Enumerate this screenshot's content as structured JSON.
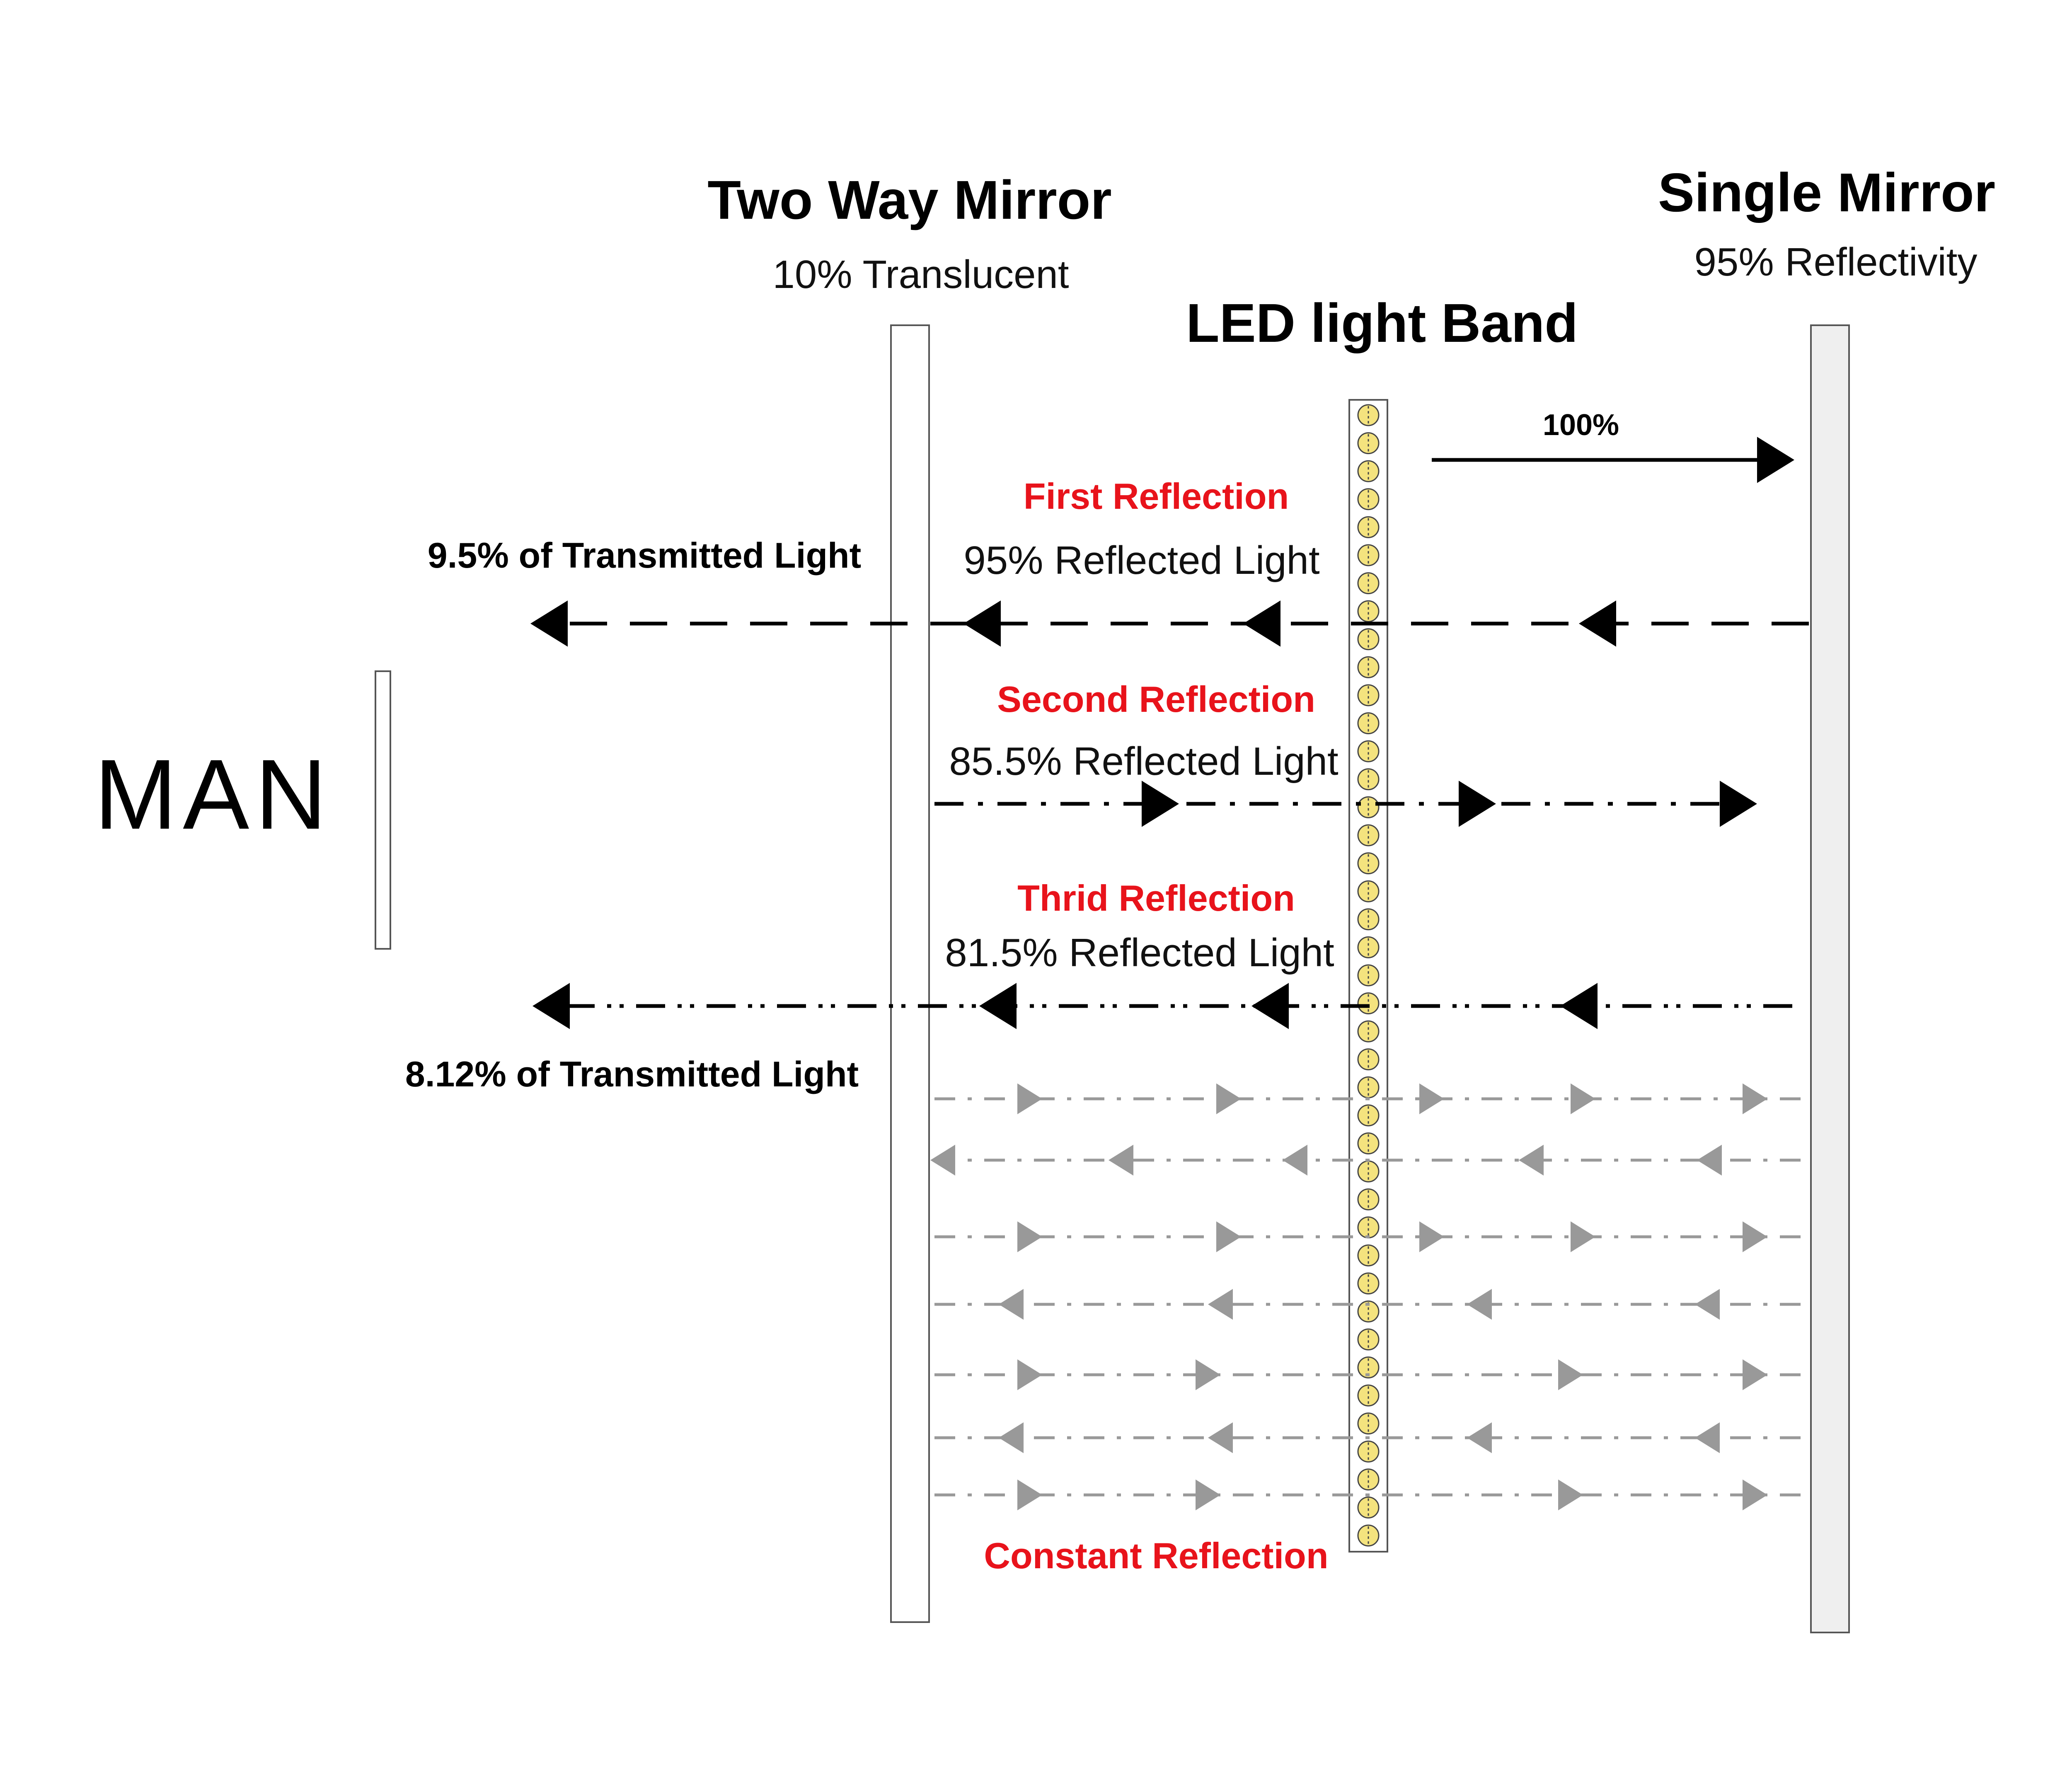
{
  "labels": {
    "two_way_mirror": "Two Way Mirror",
    "two_way_sub": "10% Translucent",
    "single_mirror": "Single Mirror",
    "single_sub": "95% Reflectivity",
    "led_band": "LED light Band",
    "hundred": "100%",
    "first_reflection": "First Reflection",
    "first_reflected": "95% Reflected Light",
    "transmitted_1": "9.5% of Transmitted Light",
    "second_reflection": "Second Reflection",
    "second_reflected": "85.5% Reflected Light",
    "third_reflection": "Thrid Reflection",
    "third_reflected": "81.5% Reflected Light",
    "transmitted_2": "8.12% of Transmitted Light",
    "constant_reflection": "Constant Reflection",
    "man": "MAN"
  },
  "colors": {
    "accent_red": "#e8131b",
    "led_fill": "#f4e37e",
    "mirror_fill": "#efefef",
    "constant_arrow": "#999999"
  }
}
